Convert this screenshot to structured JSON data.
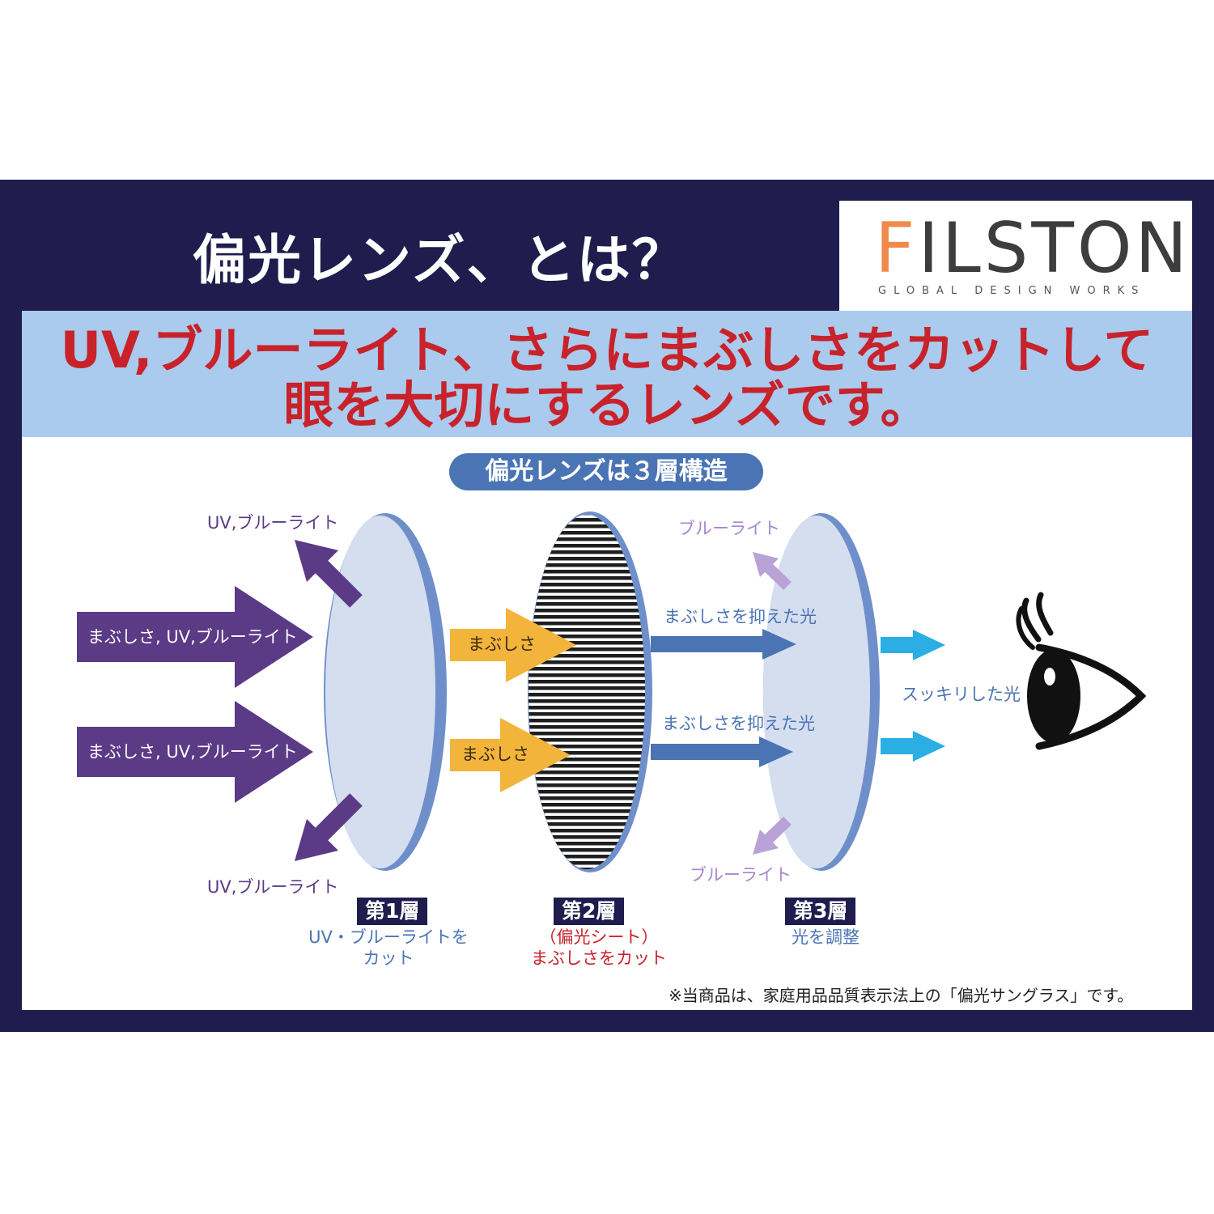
{
  "title": "偏光レンズ、とは？",
  "logo": {
    "initial": "F",
    "rest": "ILSTON",
    "tagline": "GLOBAL DESIGN WORKS"
  },
  "banner": {
    "line1": "UV,ブルーライト、さらにまぶしさをカットして",
    "line2": "眼を大切にするレンズです。"
  },
  "structure_label": "偏光レンズは３層構造",
  "incoming": [
    "まぶしさ, UV,ブルーライト",
    "まぶしさ, UV,ブルーライト"
  ],
  "reflect_layer1": [
    "UV,ブルーライト",
    "UV,ブルーライト"
  ],
  "pass_layer1": [
    "まぶしさ",
    "まぶしさ"
  ],
  "pass_layer2": [
    "まぶしさを抑えた光",
    "まぶしさを抑えた光"
  ],
  "reflect_layer3": [
    "ブルーライト",
    "ブルーライト"
  ],
  "output_label": "スッキリした光",
  "layers": [
    {
      "badge": "第1層",
      "desc1": "UV・ブルーライトを",
      "desc2": "カット"
    },
    {
      "badge": "第2層",
      "desc1": "（偏光シート）",
      "desc2": "まぶしさをカット"
    },
    {
      "badge": "第3層",
      "desc1": "光を調整",
      "desc2": ""
    }
  ],
  "note": "※当商品は、家庭用品品質表示法上の「偏光サングラス」です。",
  "colors": {
    "navy": "#201c4d",
    "banner_bg": "#aacbed",
    "banner_text": "#c8222b",
    "purple": "#5b3a86",
    "yellow": "#f2b43a",
    "blue": "#4a74b4",
    "cyan": "#2baee4",
    "lavender": "#b9a2d6",
    "lens": "#d4deef",
    "lens_edge": "#6f8fca",
    "logo_accent": "#f08a4b"
  },
  "icons": [
    "eye-icon"
  ]
}
